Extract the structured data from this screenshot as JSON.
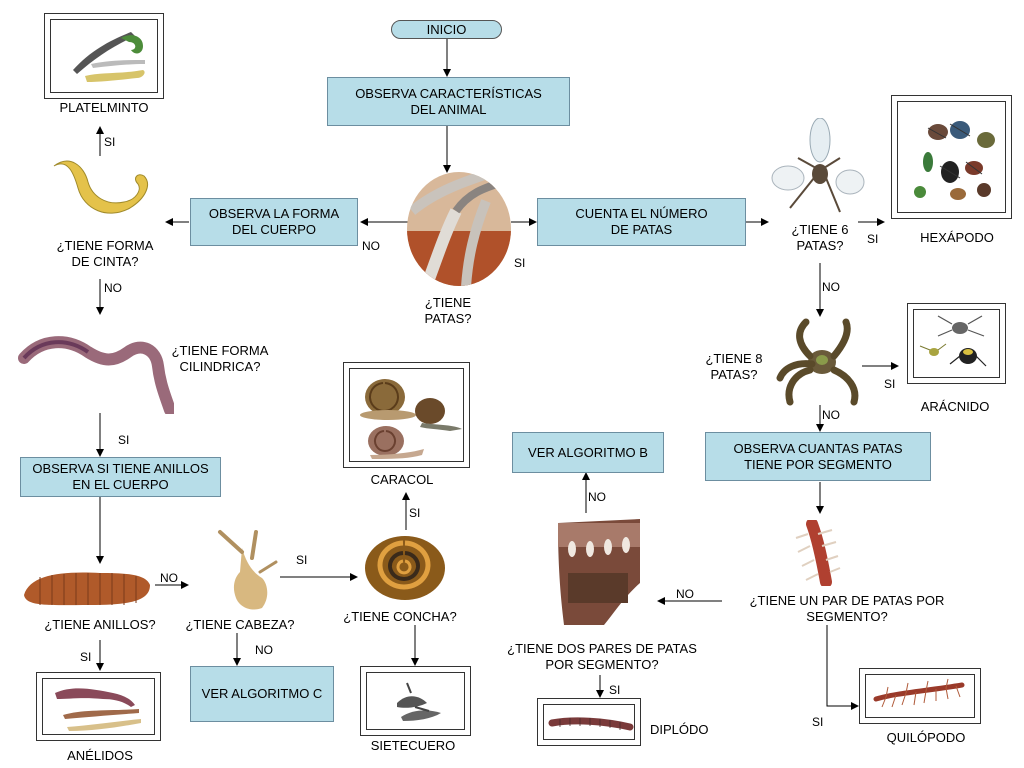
{
  "colors": {
    "box_fill": "#b7dde8",
    "box_border": "#6c8ea0",
    "start_fill": "#b7dde8",
    "line": "#000000"
  },
  "nodes": {
    "start": "INICIO",
    "observe_features": "OBSERVA CARACTERÍSTICAS\nDEL ANIMAL",
    "has_legs_q": "¿TIENE\nPATAS?",
    "observe_body_shape": "OBSERVA LA FORMA\nDEL CUERPO",
    "count_legs": "CUENTA EL NÚMERO\nDE PATAS",
    "ribbon_q": "¿TIENE FORMA\nDE CINTA?",
    "platyhelminth": "PLATELMINTO",
    "cylindrical_q": "¿TIENE FORMA\nCILINDRICA?",
    "observe_rings": "OBSERVA SI TIENE ANILLOS\nEN EL CUERPO",
    "rings_q": "¿TIENE ANILLOS?",
    "annelids": "ANÉLIDOS",
    "head_q": "¿TIENE CABEZA?",
    "algorithm_c": "VER ALGORITMO C",
    "shell_q": "¿TIENE CONCHA?",
    "snail": "CARACOL",
    "slug": "SIETECUERO",
    "six_legs_q": "¿TIENE 6\nPATAS?",
    "hexapod": "HEXÁPODO",
    "eight_legs_q": "¿TIENE 8\nPATAS?",
    "arachnid": "ARÁCNIDO",
    "observe_legs_segment": "OBSERVA CUANTAS PATAS\nTIENE POR SEGMENTO",
    "one_pair_q": "¿TIENE UN PAR DE PATAS POR\nSEGMENTO?",
    "chilopod": "QUILÓPODO",
    "two_pairs_q": "¿TIENE DOS PARES DE PATAS\nPOR SEGMENTO?",
    "algorithm_b": "VER ALGORITMO B",
    "diplopod": "DIPLÓDO"
  },
  "edge_labels": {
    "yes": "SI",
    "no": "NO"
  },
  "icons": [
    "flatworm-image",
    "tapeworm-image",
    "earthworm-image",
    "annelid-worm-image",
    "annelids-image",
    "snail-image",
    "slug-image",
    "head-tentacles-image",
    "shell-image",
    "spider-legs-image",
    "fly-image",
    "insects-image",
    "spider-image",
    "arachnids-image",
    "centipede-segment-image",
    "centipede-image",
    "millipede-closeup-image",
    "millipede-image"
  ]
}
